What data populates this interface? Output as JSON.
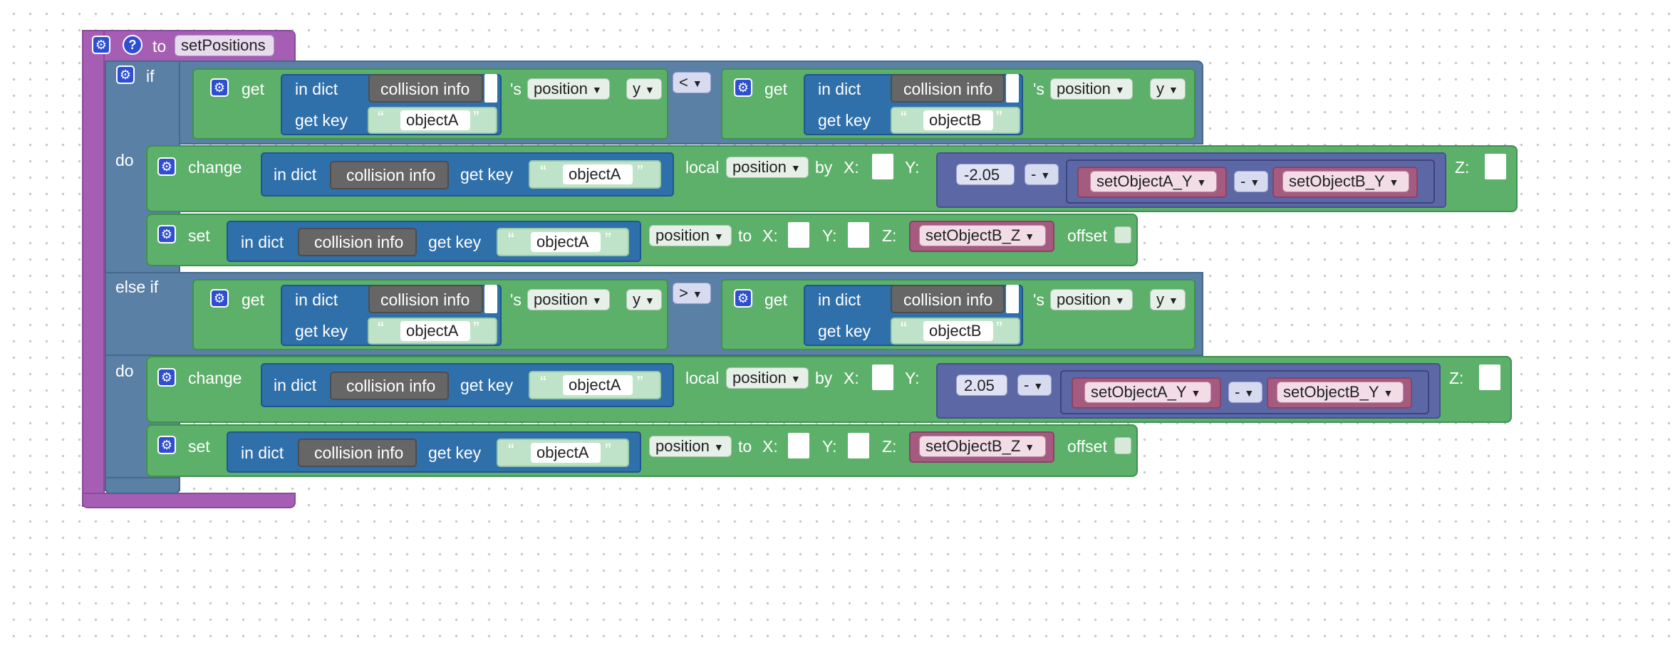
{
  "procedure": {
    "to_label": "to",
    "name": "setPositions"
  },
  "labels": {
    "if": "if",
    "else_if": "else if",
    "do": "do",
    "get": "get",
    "in_dict": "in dict",
    "get_key": "get key",
    "collision_info": "collision info",
    "apostrophe_s": "'s",
    "position": "position",
    "axis_y": "y",
    "op_lt": "<",
    "op_gt": ">",
    "op_minus": "-",
    "change": "change",
    "local": "local",
    "by": "by",
    "x": "X:",
    "y": "Y:",
    "z": "Z:",
    "set": "set",
    "to": "to",
    "offset": "offset",
    "objectA": "objectA",
    "objectB": "objectB",
    "var_a_y": "setObjectA_Y",
    "var_b_y": "setObjectB_Y",
    "var_b_z": "setObjectB_Z",
    "num_neg": "-2.05",
    "num_pos": "2.05"
  },
  "icons": {
    "gear": "gear-icon",
    "help": "help-icon",
    "caret": "chevron-down-icon"
  },
  "colors": {
    "procedure": "#a55eb4",
    "control": "#5b80a5",
    "green": "#5cb06a",
    "dict_blue": "#2f6faa",
    "dark_gray": "#666666",
    "string": "#bfe3c9",
    "math": "#5c68a6",
    "variable": "#a55b80"
  }
}
